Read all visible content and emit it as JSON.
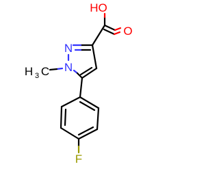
{
  "molecule": {
    "atoms": {
      "hydroxyl": "HO",
      "carbonyl_oxygen": "O",
      "ring_nitrogen_2": "N",
      "ring_nitrogen_1": "N",
      "methyl_h": "H",
      "methyl_subscript": "3",
      "methyl_c": "C",
      "fluorine": "F"
    },
    "colors": {
      "oxygen": "#ff0000",
      "nitrogen": "#3333ff",
      "fluorine": "#9a9a00",
      "carbon": "#000000"
    }
  }
}
